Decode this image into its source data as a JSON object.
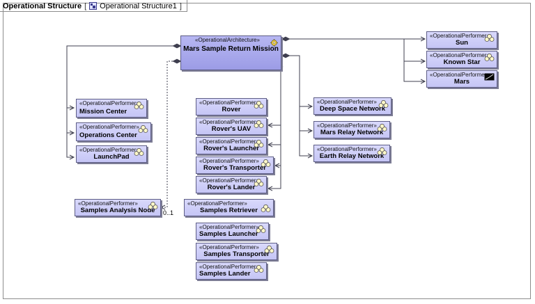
{
  "frame": {
    "title": "Operational Structure",
    "open_bracket": "[",
    "diagram_name": "Operational Structure1",
    "close_bracket": "]"
  },
  "colors": {
    "node_fill": "#c9c9f7",
    "arch_fill": "#a6a6ea",
    "border": "#5d5d85",
    "line": "#3f3f4f"
  },
  "multiplicity": "0..1",
  "architecture": {
    "stereotype": "«OperationalArchitecture»",
    "name": "Mars Sample Return Mission",
    "icon": "gear-icon"
  },
  "performers": [
    {
      "id": "sun",
      "stereotype": "«OperationalPerformer»",
      "name": "Sun",
      "icon": "performer-icon"
    },
    {
      "id": "known-star",
      "stereotype": "«OperationalPerformer»",
      "name": "Known Star",
      "icon": "performer-icon"
    },
    {
      "id": "mars",
      "stereotype": "«OperationalPerformer»",
      "name": "Mars",
      "icon": "planet-image-icon"
    },
    {
      "id": "mission-center",
      "stereotype": "«OperationalPerformer»",
      "name": "Mission Center",
      "icon": "performer-icon"
    },
    {
      "id": "operations-center",
      "stereotype": "«OperationalPerformer»",
      "name": "Operations Center",
      "icon": "performer-icon"
    },
    {
      "id": "launchpad",
      "stereotype": "«OperationalPerformer»",
      "name": "LaunchPad",
      "icon": "performer-icon"
    },
    {
      "id": "rover",
      "stereotype": "«OperationalPerformer»",
      "name": "Rover",
      "icon": "performer-icon"
    },
    {
      "id": "rovers-uav",
      "stereotype": "«OperationalPerformer»",
      "name": "Rover's UAV",
      "icon": "performer-icon"
    },
    {
      "id": "rovers-launcher",
      "stereotype": "«OperationalPerformer»",
      "name": "Rover's Launcher",
      "icon": "performer-icon"
    },
    {
      "id": "rovers-transporter",
      "stereotype": "«OperationalPerformer»",
      "name": "Rover's Transporter",
      "icon": "performer-icon"
    },
    {
      "id": "rovers-lander",
      "stereotype": "«OperationalPerformer»",
      "name": "Rover's Lander",
      "icon": "performer-icon"
    },
    {
      "id": "deep-space-network",
      "stereotype": "«OperationalPerformer»",
      "name": "Deep Space Network",
      "icon": "performer-icon"
    },
    {
      "id": "mars-relay-network",
      "stereotype": "«OperationalPerformer»",
      "name": "Mars Relay Network",
      "icon": "performer-icon"
    },
    {
      "id": "earth-relay-network",
      "stereotype": "«OperationalPerformer»",
      "name": "Earth Relay Network",
      "icon": "performer-icon"
    },
    {
      "id": "samples-analysis-node",
      "stereotype": "«OperationalPerformer»",
      "name": "Samples Analysis Node",
      "icon": "performer-icon"
    },
    {
      "id": "samples-retriever",
      "stereotype": "«OperationalPerformer»",
      "name": "Samples Retriever",
      "icon": "performer-icon"
    },
    {
      "id": "samples-launcher",
      "stereotype": "«OperationalPerformer»",
      "name": "Samples Launcher",
      "icon": "performer-icon"
    },
    {
      "id": "samples-transporter",
      "stereotype": "«OperationalPerformer»",
      "name": "Samples Transporter",
      "icon": "performer-icon"
    },
    {
      "id": "samples-lander",
      "stereotype": "«OperationalPerformer»",
      "name": "Samples Lander",
      "icon": "performer-icon"
    }
  ]
}
